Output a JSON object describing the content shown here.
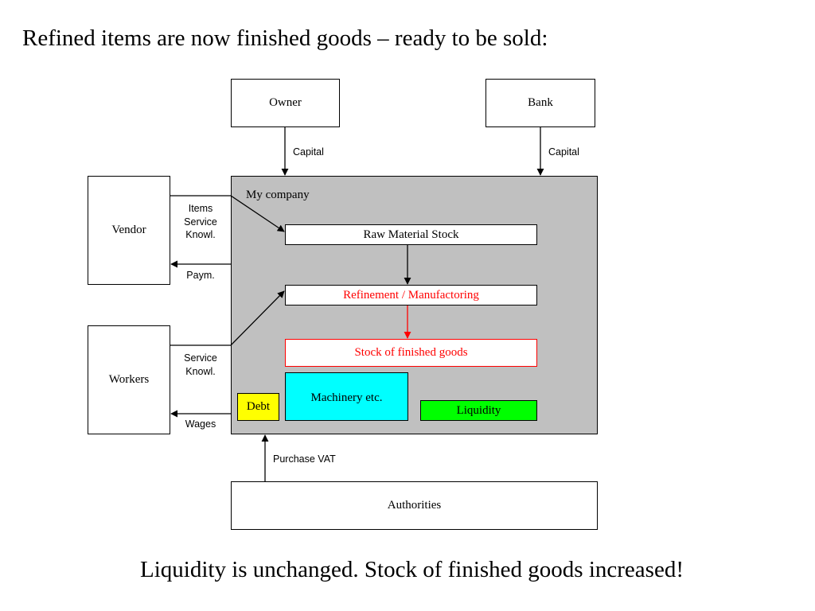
{
  "heading": "Refined items are now finished goods – ready to be sold:",
  "footer": "Liquidity is unchanged. Stock of finished goods increased!",
  "entities": {
    "owner": "Owner",
    "bank": "Bank",
    "vendor": "Vendor",
    "workers": "Workers",
    "authorities": "Authorities"
  },
  "company": {
    "title": "My company",
    "raw_material": "Raw Material Stock",
    "refinement": "Refinement / Manufactoring",
    "finished_goods": "Stock of finished goods",
    "machinery": "Machinery etc.",
    "debt": "Debt",
    "liquidity": "Liquidity"
  },
  "flows": {
    "owner_capital": "Capital",
    "bank_capital": "Capital",
    "vendor_items": [
      "Items",
      "Service",
      "Knowl."
    ],
    "vendor_payment": "Paym.",
    "workers_service": [
      "Service",
      "Knowl."
    ],
    "workers_wages": "Wages",
    "authorities_vat": "Purchase VAT"
  },
  "colors": {
    "company_bg": "#c0c0c0",
    "refinement_text": "#ff0000",
    "finished_goods_border": "#ff0000",
    "machinery_bg": "#00ffff",
    "debt_bg": "#ffff00",
    "liquidity_bg": "#00ff00",
    "highlight_arrow": "#ff0000"
  }
}
